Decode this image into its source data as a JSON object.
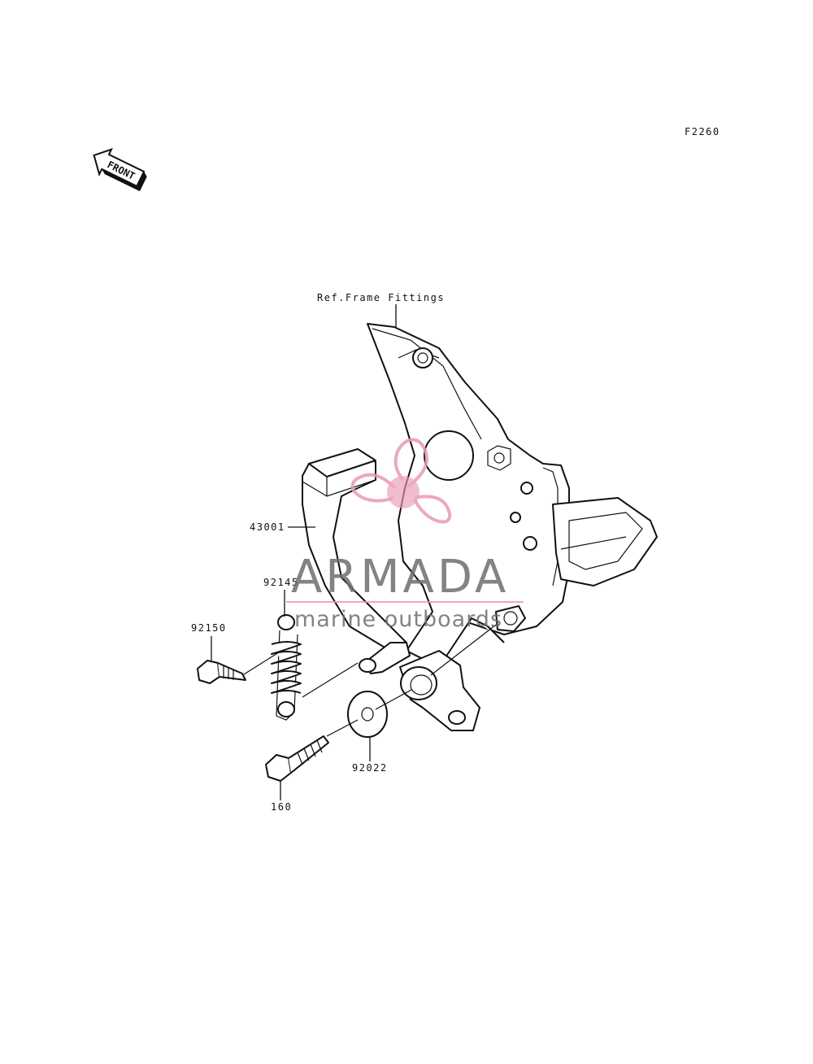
{
  "diagram": {
    "code": "F2260",
    "front_badge": "FRONT",
    "ref_label": "Ref.Frame Fittings",
    "parts": {
      "pedal": "43001",
      "spring": "92145",
      "bolt_top": "92150",
      "washer": "92022",
      "bolt_bottom": "160"
    }
  },
  "watermark": {
    "brand": "ARMADA",
    "tagline": "marine outboards",
    "accent_color": "#e89ab4"
  }
}
